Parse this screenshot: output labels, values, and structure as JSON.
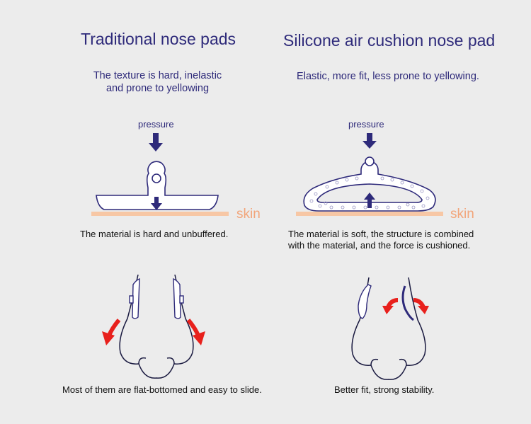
{
  "left": {
    "title": "Traditional nose pads",
    "subtitle_line1": "The texture is hard, inelastic",
    "subtitle_line2": "and prone to yellowing",
    "pressure_label": "pressure",
    "skin_label": "skin",
    "caption": "The material is hard and unbuffered.",
    "bottom_caption": "Most of them are flat-bottomed and easy to slide."
  },
  "right": {
    "title": "Silicone air cushion nose pad",
    "subtitle": "Elastic, more fit, less prone to yellowing.",
    "pressure_label": "pressure",
    "skin_label": "skin",
    "caption_line1": "The material is soft, the structure is combined",
    "caption_line2": "with the material, and the force is cushioned.",
    "bottom_caption": "Better fit, strong stability."
  },
  "colors": {
    "navy": "#2e2a7a",
    "skin": "#f7c7a5",
    "red": "#e8201c",
    "background": "#ececec"
  }
}
